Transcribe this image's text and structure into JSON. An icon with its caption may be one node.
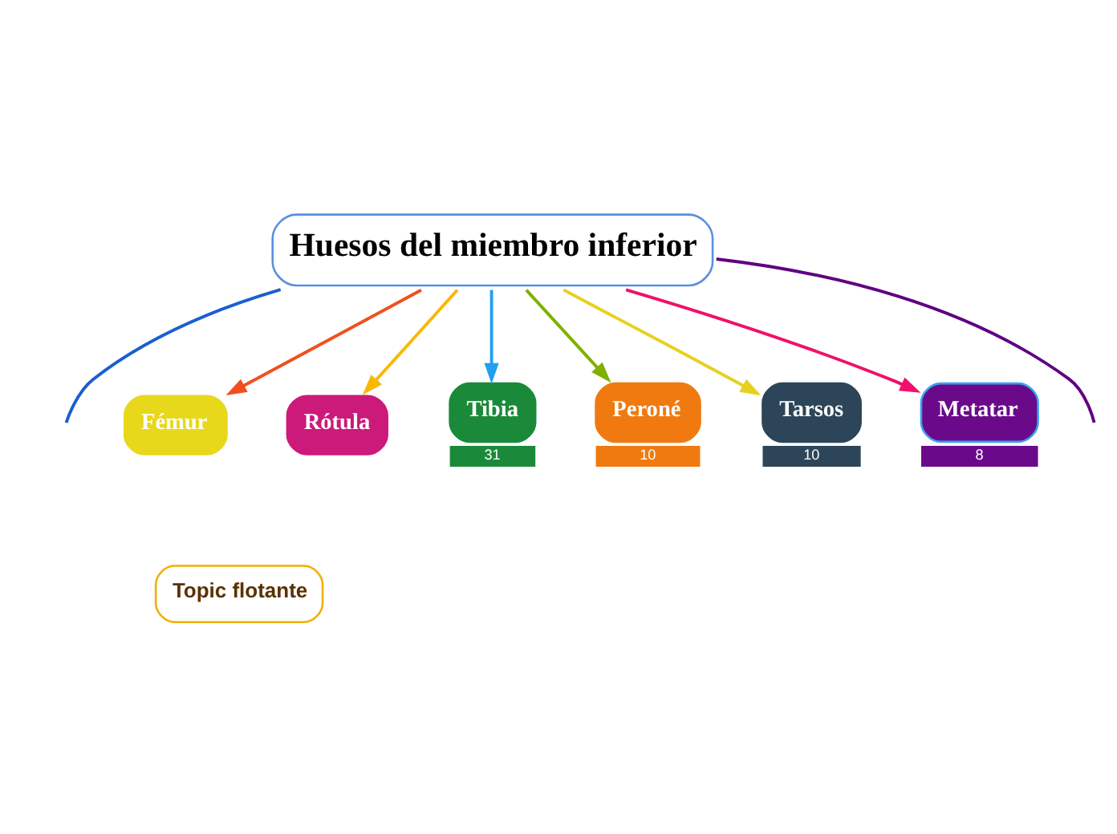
{
  "diagram": {
    "nodes": [
      {
        "text": [
          "Huesos del miembro inferior"
        ]
      },
      {
        "text": [
          "Fémur"
        ]
      },
      {
        "text": [
          "Rótula"
        ]
      },
      {
        "text": [
          "Tibia"
        ],
        "beside": [
          "31"
        ]
      },
      {
        "text": [
          "Peroné"
        ],
        "beside": [
          "10"
        ]
      },
      {
        "text": [
          "Tarsos"
        ],
        "beside": [
          "10"
        ]
      },
      {
        "text": [
          "Metatar"
        ],
        "beside": [
          "8"
        ]
      },
      {
        "text": [
          "Topic flotante"
        ]
      }
    ],
    "edges": [
      {
        "from": 0,
        "to": null,
        "arrow": "none",
        "color": "#600080"
      },
      {
        "from": 0,
        "to": 1,
        "arrow": "to",
        "color": "#f05020"
      },
      {
        "from": 0,
        "to": 2,
        "arrow": "to",
        "color": "#f8b800"
      },
      {
        "from": 0,
        "to": 3,
        "arrow": "to",
        "color": "#20a0f0"
      },
      {
        "from": 0,
        "to": 4,
        "arrow": "to",
        "color": "#80b000"
      },
      {
        "from": 0,
        "to": 5,
        "arrow": "to",
        "color": "#e8d020"
      },
      {
        "from": 0,
        "to": 6,
        "arrow": "to",
        "color": "#f0106a"
      },
      {
        "from": 0,
        "to": null,
        "arrow": "none",
        "color": "#1a5fd0"
      }
    ]
  }
}
